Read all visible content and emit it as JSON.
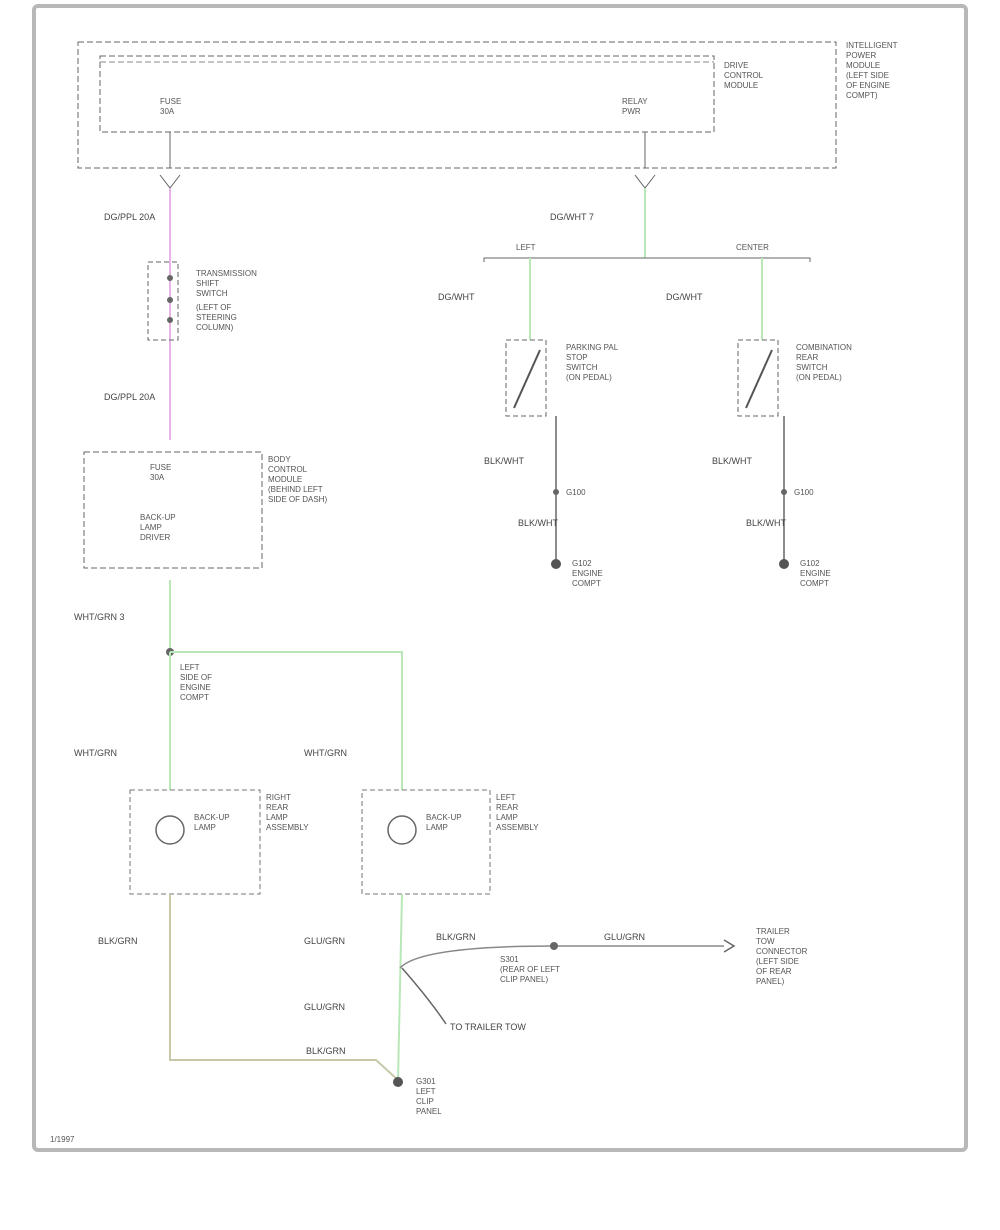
{
  "colors": {
    "frame": "#b8b8b8",
    "ink": "#555555",
    "wire_pink": "#e8b4e8",
    "wire_green": "#b8e8b8",
    "wire_brgn": "#c8c8a8"
  },
  "labels": {
    "pcm": [
      "INTELLIGENT",
      "POWER",
      "MODULE",
      "(LEFT SIDE",
      "OF ENGINE",
      "COMPT)"
    ],
    "module": [
      "DRIVE",
      "CONTROL",
      "MODULE"
    ],
    "fuse_left": [
      "FUSE",
      "30A"
    ],
    "fuse_right": [
      "RELAY",
      "PWR"
    ],
    "wire_top_left": "DG/PPL 20A",
    "wire_top_right": "DG/WHT 7",
    "splice_left": "LEFT",
    "splice_right": "CENTER",
    "wire_sw1": "DG/WHT",
    "wire_sw2": "DG/WHT",
    "switch1": [
      "PARKING PAL",
      "STOP",
      "SWITCH",
      "(ON PEDAL)"
    ],
    "switch2": [
      "COMBINATION",
      "REAR",
      "SWITCH",
      "(ON PEDAL)"
    ],
    "blk_1": "BLK/WHT",
    "blk_2": "BLK/WHT",
    "g_1": "G100",
    "g_2": "G100",
    "ground_1": [
      "G102",
      "ENGINE",
      "COMPT"
    ],
    "ground_2": [
      "G102",
      "ENGINE",
      "COMPT"
    ],
    "wire_pink1": "DG/PPL 20A",
    "sw_mid": [
      "TRANSMISSION",
      "SHIFT",
      "SWITCH",
      "(LEFT OF",
      "STEERING",
      "COLUMN)"
    ],
    "wire_pink2": "DG/PPL 20A",
    "bcm": [
      "BODY",
      "CONTROL",
      "MODULE",
      "(BEHIND LEFT",
      "SIDE OF DASH)"
    ],
    "bcm_inner": [
      "FUSE",
      "30A"
    ],
    "bcm_inner2": [
      "BACK-UP",
      "LAMP",
      "DRIVER"
    ],
    "faint_center": "",
    "wire_green1": "WHT/GRN 3",
    "splice_note": [
      "LEFT",
      "SIDE OF",
      "ENGINE",
      "COMPT"
    ],
    "wire_green2": "WHT/GRN",
    "wire_green3": "WHT/GRN",
    "lamp_r": [
      "BACK-UP",
      "LAMP"
    ],
    "lamp_r_note": [
      "RIGHT",
      "REAR",
      "LAMP",
      "ASSEMBLY"
    ],
    "lamp_l": [
      "BACK-UP",
      "LAMP"
    ],
    "lamp_l_note": [
      "LEFT",
      "REAR",
      "LAMP",
      "ASSEMBLY"
    ],
    "blk_lower": "BLK/GRN",
    "wire_gw": "GLU/GRN",
    "wire_gw2": "GLU/GRN",
    "wire_bk1": "BLK/GRN",
    "wire_bk2": "BLK/GRN",
    "trailer": [
      "TRAILER",
      "TOW",
      "CONNECTOR",
      "(LEFT SIDE",
      "OF REAR",
      "PANEL)"
    ],
    "splice_box": [
      "S301",
      "(REAR OF LEFT",
      "CLIP PANEL)"
    ],
    "tow_note": "TO TRAILER TOW",
    "ground_lower": [
      "G301",
      "LEFT",
      "CLIP",
      "PANEL"
    ],
    "footer": "1/1997"
  }
}
